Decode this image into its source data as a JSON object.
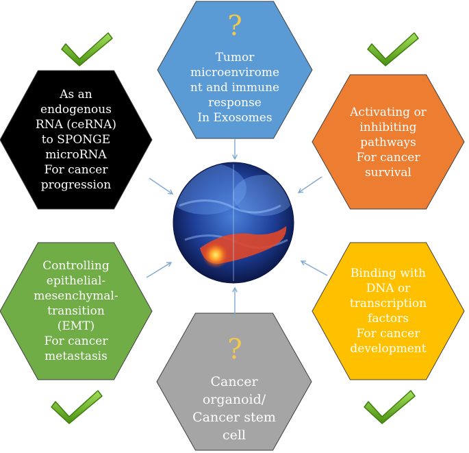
{
  "hexagons": [
    {
      "id": "top",
      "color": "#5b9bd5",
      "label": "Tumor\nmicroenvirome\nnt and immune\nresponse\nIn Exosomes",
      "marker": "?"
    },
    {
      "id": "upper-left",
      "color": "#000000",
      "label": "As an\nendogenous\nRNA (ceRNA)\nto SPONGE\nmicroRNA\nFor cancer\nprogression",
      "marker": "check"
    },
    {
      "id": "upper-right",
      "color": "#ed7d31",
      "label": "Activating or\ninhibiting\npathways\nFor cancer\nsurvival",
      "marker": "check"
    },
    {
      "id": "lower-left",
      "color": "#70ad47",
      "label": "Controlling\nepithelial-\nmesenchymal-\ntransition\n(EMT)\nFor cancer\nmetastasis",
      "marker": "check"
    },
    {
      "id": "lower-right",
      "color": "#ffc000",
      "label": "Binding with\nDNA or\ntranscription\nfactors\nFor cancer\ndevelopment",
      "marker": "check"
    },
    {
      "id": "bottom",
      "color": "#a5a5a5",
      "label": "Cancer\norganoid/\nCancer stem\ncell",
      "marker": "?"
    }
  ],
  "center": {
    "image": "pancreas-illustration"
  },
  "colors": {
    "arrow": "#7fa8cf",
    "check": "#6ab023",
    "question": "#f2c94c",
    "text": "#ffffff"
  }
}
